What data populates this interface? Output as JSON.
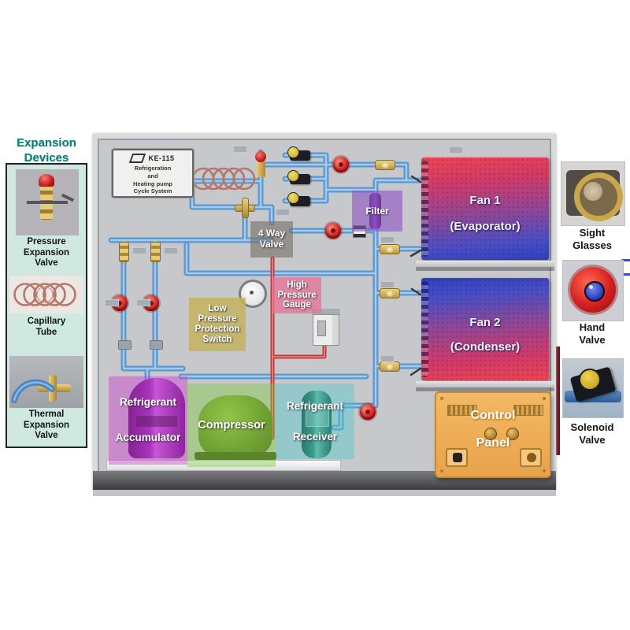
{
  "expansion_devices": {
    "title": "Expansion\nDevices",
    "items": [
      {
        "label": "Pressure\nExpansion\nValve",
        "icon": "pressure-expansion-valve-photo"
      },
      {
        "label": "Capillary\nTube",
        "icon": "capillary-tube-photo"
      },
      {
        "label": "Thermal\nExpansion\nValve",
        "icon": "thermal-expansion-valve-photo"
      }
    ]
  },
  "board": {
    "nameplate": {
      "model": "KE-115",
      "lines": "Refrigeration\nand\nHeating pump\nCycle System"
    },
    "overlays": {
      "four_way_valve": "4 Way\nValve",
      "filter": "Filter",
      "high_pressure_gauge": "High\nPressure\nGauge",
      "low_pressure_protection_switch": "Low\nPressure\nProtection\nSwitch",
      "refrigerant_accumulator": "Refrigerant\nAccumulator",
      "compressor": "Compressor",
      "refrigerant_receiver": "Refrigerant\nReceiver"
    },
    "fan1": {
      "line1": "Fan 1",
      "line2": "(Evaporator)"
    },
    "fan2": {
      "line1": "Fan 2",
      "line2": "(Condenser)"
    },
    "control_panel": {
      "line1": "Control",
      "line2": "Panel"
    }
  },
  "right_column": {
    "items": [
      {
        "label": "Sight\nGlasses",
        "icon": "sight-glass-photo"
      },
      {
        "label": "Hand\nValve",
        "icon": "hand-valve-photo"
      },
      {
        "label": "Solenoid\nValve",
        "icon": "solenoid-valve-photo"
      }
    ]
  },
  "colors": {
    "pipe_blue": "#5b97d0",
    "pipe_red": "#c43537",
    "copper": "#b5776b",
    "title_teal": "#0c8076",
    "fan_red": "#ea4552",
    "fan_blue": "#2f3fc0",
    "panel_orange": "#e8a34b",
    "accumulator_highlight": "#cc3ecc",
    "compressor_highlight": "#7ec83c",
    "receiver_highlight": "#4fc8c8",
    "filter_highlight": "#965ac8",
    "hp_gauge_highlight": "#e087a5",
    "lp_switch_highlight": "#c9b96a"
  }
}
